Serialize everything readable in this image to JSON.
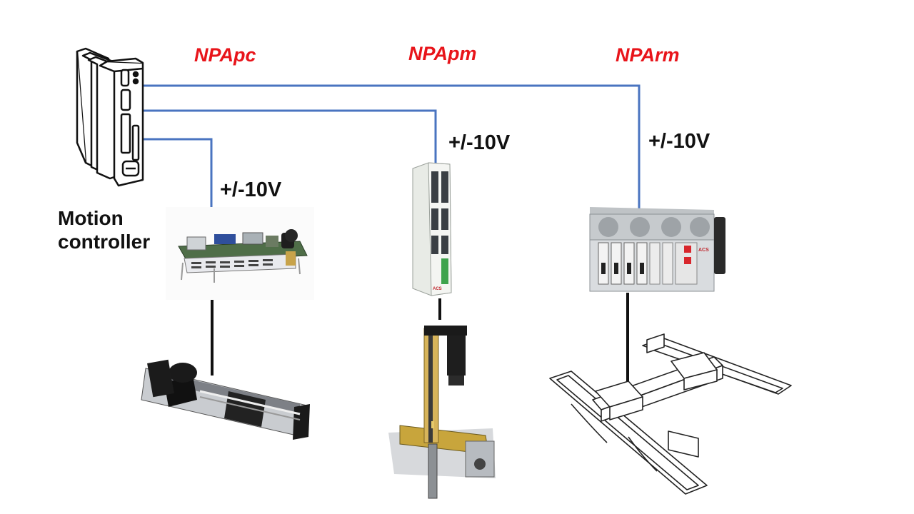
{
  "labels": {
    "npapc": "NPApc",
    "npapm": "NPApm",
    "nparm": "NPArm",
    "voltage_pc": "+/-10V",
    "voltage_pm": "+/-10V",
    "voltage_rm": "+/-10V",
    "motion_controller_line1": "Motion",
    "motion_controller_line2": "controller"
  },
  "device_marks": {
    "pm_brand": "ACS",
    "rm_brand": "ACS"
  },
  "colors": {
    "signal_wire": "#4a74c0",
    "label_red": "#e8141a",
    "text": "#111111"
  },
  "icons": {
    "controller": "motion-controller-icon",
    "pc_board": "pc-board-icon",
    "pm_drive": "module-drive-icon",
    "rm_rack": "rack-drive-icon",
    "stage_pc": "linear-stage-icon",
    "stage_pm": "xz-stage-icon",
    "stage_rm": "gantry-stage-icon"
  }
}
